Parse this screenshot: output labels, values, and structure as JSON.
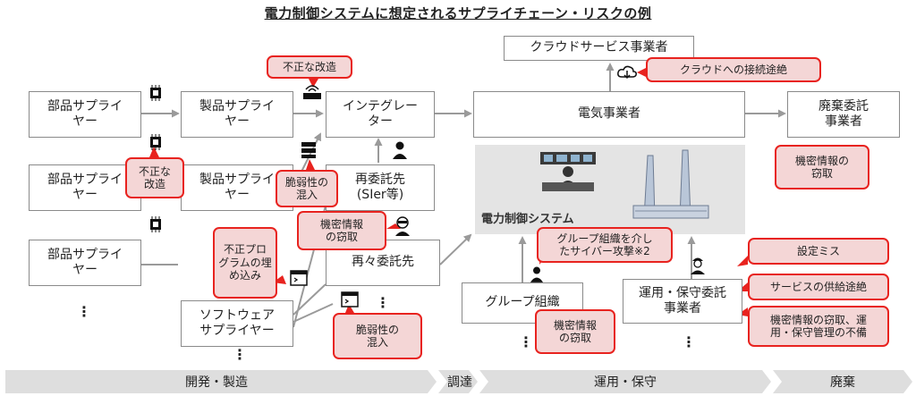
{
  "title": "電力制御システムに想定されるサプライチェーン・リスクの例",
  "boxes": {
    "cloud": "クラウドサービス事業者",
    "parts1": "部品サプライ\nヤー",
    "parts2": "部品サプライ\nヤー",
    "parts3": "部品サプライ\nヤー",
    "product1": "製品サプライ\nヤー",
    "product2": "製品サプライ\nヤー",
    "integrator": "インテグレー\nター",
    "subcon": "再委託先\n(SIer等)",
    "subsub": "再々委託先",
    "software": "ソフトウェア\nサプライヤー",
    "power": "電気事業者",
    "disposal": "廃棄委託\n事業者",
    "group": "グループ組織",
    "ops": "運用・保守委託\n事業者"
  },
  "control_system_label": "電力制御システム",
  "callouts": {
    "tamper_top": "不正な改造",
    "tamper_left": "不正な\n改造",
    "vuln_mid": "脆弱性の\n混入",
    "leak_mid": "機密情報\nの窃取",
    "malprog": "不正プロ\nグラムの埋\nめ込み",
    "vuln_low": "脆弱性の\n混入",
    "cloud_cut": "クラウドへの接続途絶",
    "group_attack": "グループ組織を介し\nたサイバー攻撃※2",
    "group_leak": "機密情報\nの窃取",
    "disposal_leak": "機密情報の\n窃取",
    "config_error": "設定ミス",
    "service_cut": "サービスの供給途絶",
    "ops_leak": "機密情報の窃取、運\n用・保守管理の不備"
  },
  "phases": {
    "dev": "開発・製造",
    "procure": "調達",
    "ops": "運用・保守",
    "dispose": "廃棄"
  },
  "ellipsis": "⋮",
  "colors": {
    "callout_border": "#e8231f",
    "callout_fill": "#f4d6d6",
    "arrow": "#9a9a9a",
    "phase_fill": "#dedede"
  },
  "icons": [
    "chip-icon",
    "router-icon",
    "server-icon",
    "person-icon",
    "hacker-icon",
    "terminal-icon",
    "cloud-download-icon",
    "worker-icon"
  ]
}
